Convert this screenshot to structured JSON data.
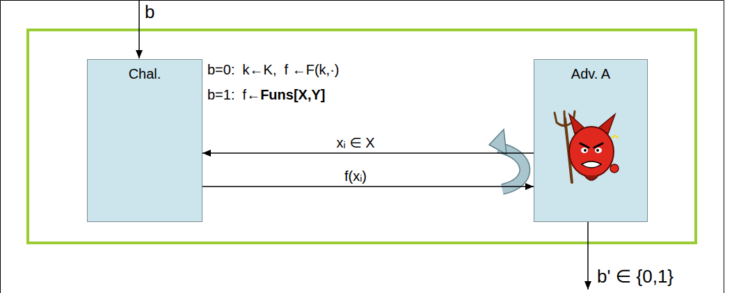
{
  "diagram": {
    "nodes": [
      {
        "text": [
          "Chal."
        ]
      },
      {
        "text": [
          "Adv. A"
        ]
      }
    ],
    "edges": [
      {
        "from": 1,
        "to": 0,
        "arrow": "to",
        "label": "xᵢ ∈ X"
      },
      {
        "from": 0,
        "to": 1,
        "arrow": "to",
        "label": "f(xᵢ)"
      }
    ],
    "labels": [
      "b",
      "b=0:  k←K,  f ←F(k,·)",
      "b=1:  f←",
      "Funs[X,Y]",
      "b' ∈ {0,1}"
    ]
  }
}
